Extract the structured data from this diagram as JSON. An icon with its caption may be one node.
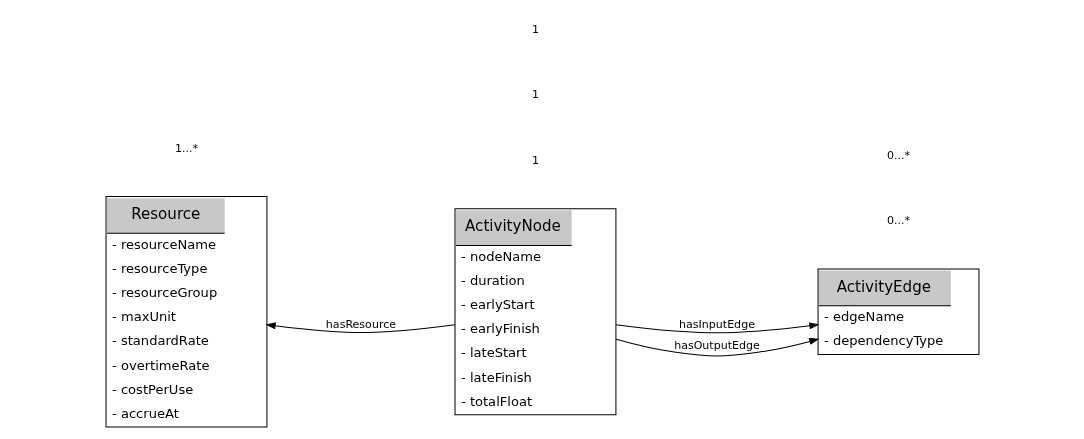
{
  "diagram": {
    "nodes": [
      {
        "text": [
          "Resource",
          "- resourceName",
          "- resourceType",
          "- resourceGroup",
          "- maxUnit",
          "- standardRate",
          "- overtimeRate",
          "- costPerUse",
          "- accrueAt"
        ]
      },
      {
        "text": [
          "ActivityNode",
          "- nodeName",
          "- duration",
          "- earlyStart",
          "- earlyFinish",
          "- lateStart",
          "- lateFinish",
          "- totalFloat"
        ]
      },
      {
        "text": [
          "ActivityEdge",
          "- edgeName",
          "- dependencyType"
        ]
      }
    ],
    "edges": [
      {
        "from": 1,
        "to": 0,
        "arrow": "to",
        "label": "hasResource"
      },
      {
        "from": 1,
        "to": 2,
        "arrow": "to",
        "label": "hasInputEdge"
      },
      {
        "from": 1,
        "to": 2,
        "arrow": "to",
        "label": "hasOutputEdge"
      }
    ],
    "labels": [
      "1...*",
      "1",
      "1",
      "0...*",
      "1",
      "0...*"
    ]
  }
}
